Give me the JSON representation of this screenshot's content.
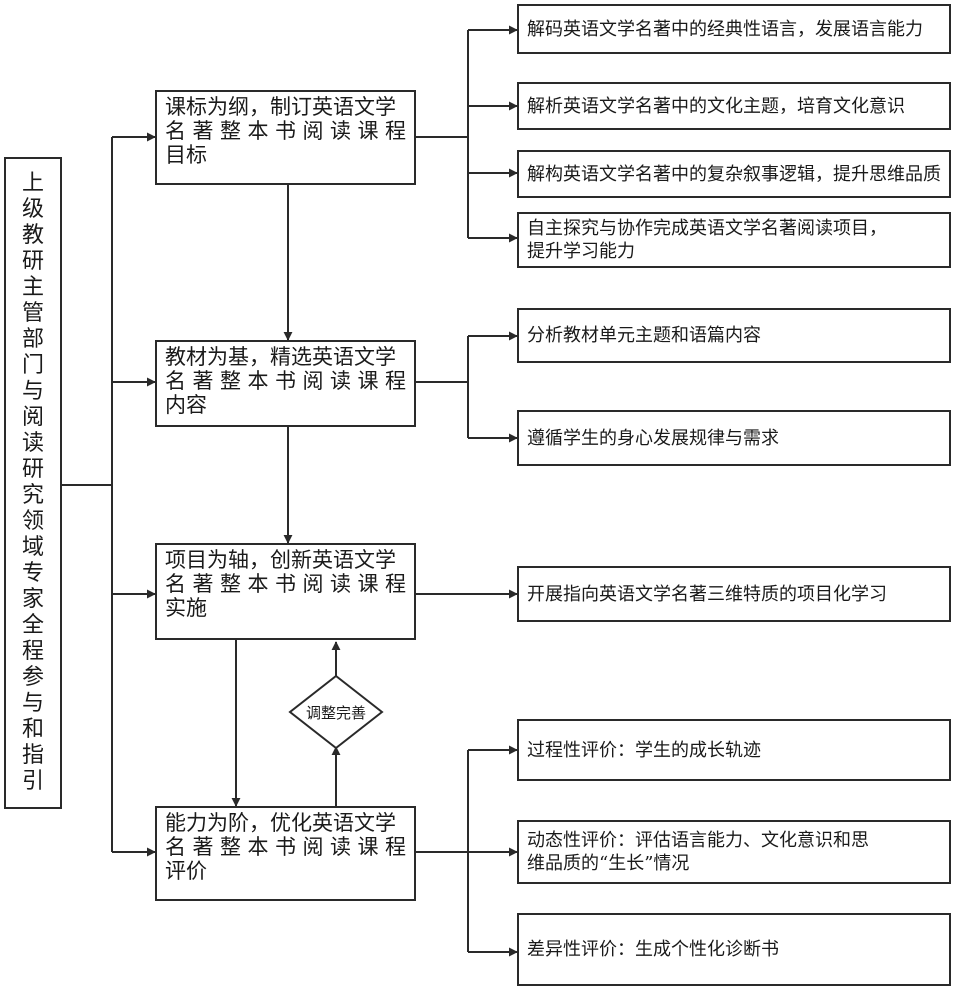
{
  "left": {
    "text": "上级教研主管部门与阅读研究领域专家全程参与和指引"
  },
  "mid": [
    {
      "lines": [
        "课标为纲，制订英语文学",
        "名著整本书阅读课程",
        "目标"
      ]
    },
    {
      "lines": [
        "教材为基，精选英语文学",
        "名著整本书阅读课程",
        "内容"
      ]
    },
    {
      "lines": [
        "项目为轴，创新英语文学",
        "名著整本书阅读课程",
        "实施"
      ]
    },
    {
      "lines": [
        "能力为阶，优化英语文学",
        "名著整本书阅读课程",
        "评价"
      ]
    }
  ],
  "right": [
    {
      "lines": [
        "解码英语文学名著中的经典性语言，发展语言能力"
      ]
    },
    {
      "lines": [
        "解析英语文学名著中的文化主题，培育文化意识"
      ]
    },
    {
      "lines": [
        "解构英语文学名著中的复杂叙事逻辑，提升思维品质"
      ]
    },
    {
      "lines": [
        "自主探究与协作完成英语文学名著阅读项目，",
        "提升学习能力"
      ]
    },
    {
      "lines": [
        "分析教材单元主题和语篇内容"
      ]
    },
    {
      "lines": [
        "遵循学生的身心发展规律与需求"
      ]
    },
    {
      "lines": [
        "开展指向英语文学名著三维特质的项目化学习"
      ]
    },
    {
      "lines": [
        "过程性评价：学生的成长轨迹"
      ]
    },
    {
      "lines": [
        "动态性评价：评估语言能力、文化意识和思",
        "维品质的“生长”情况"
      ]
    },
    {
      "lines": [
        "差异性评价：生成个性化诊断书"
      ]
    }
  ],
  "diamond": {
    "label": "调整完善"
  }
}
